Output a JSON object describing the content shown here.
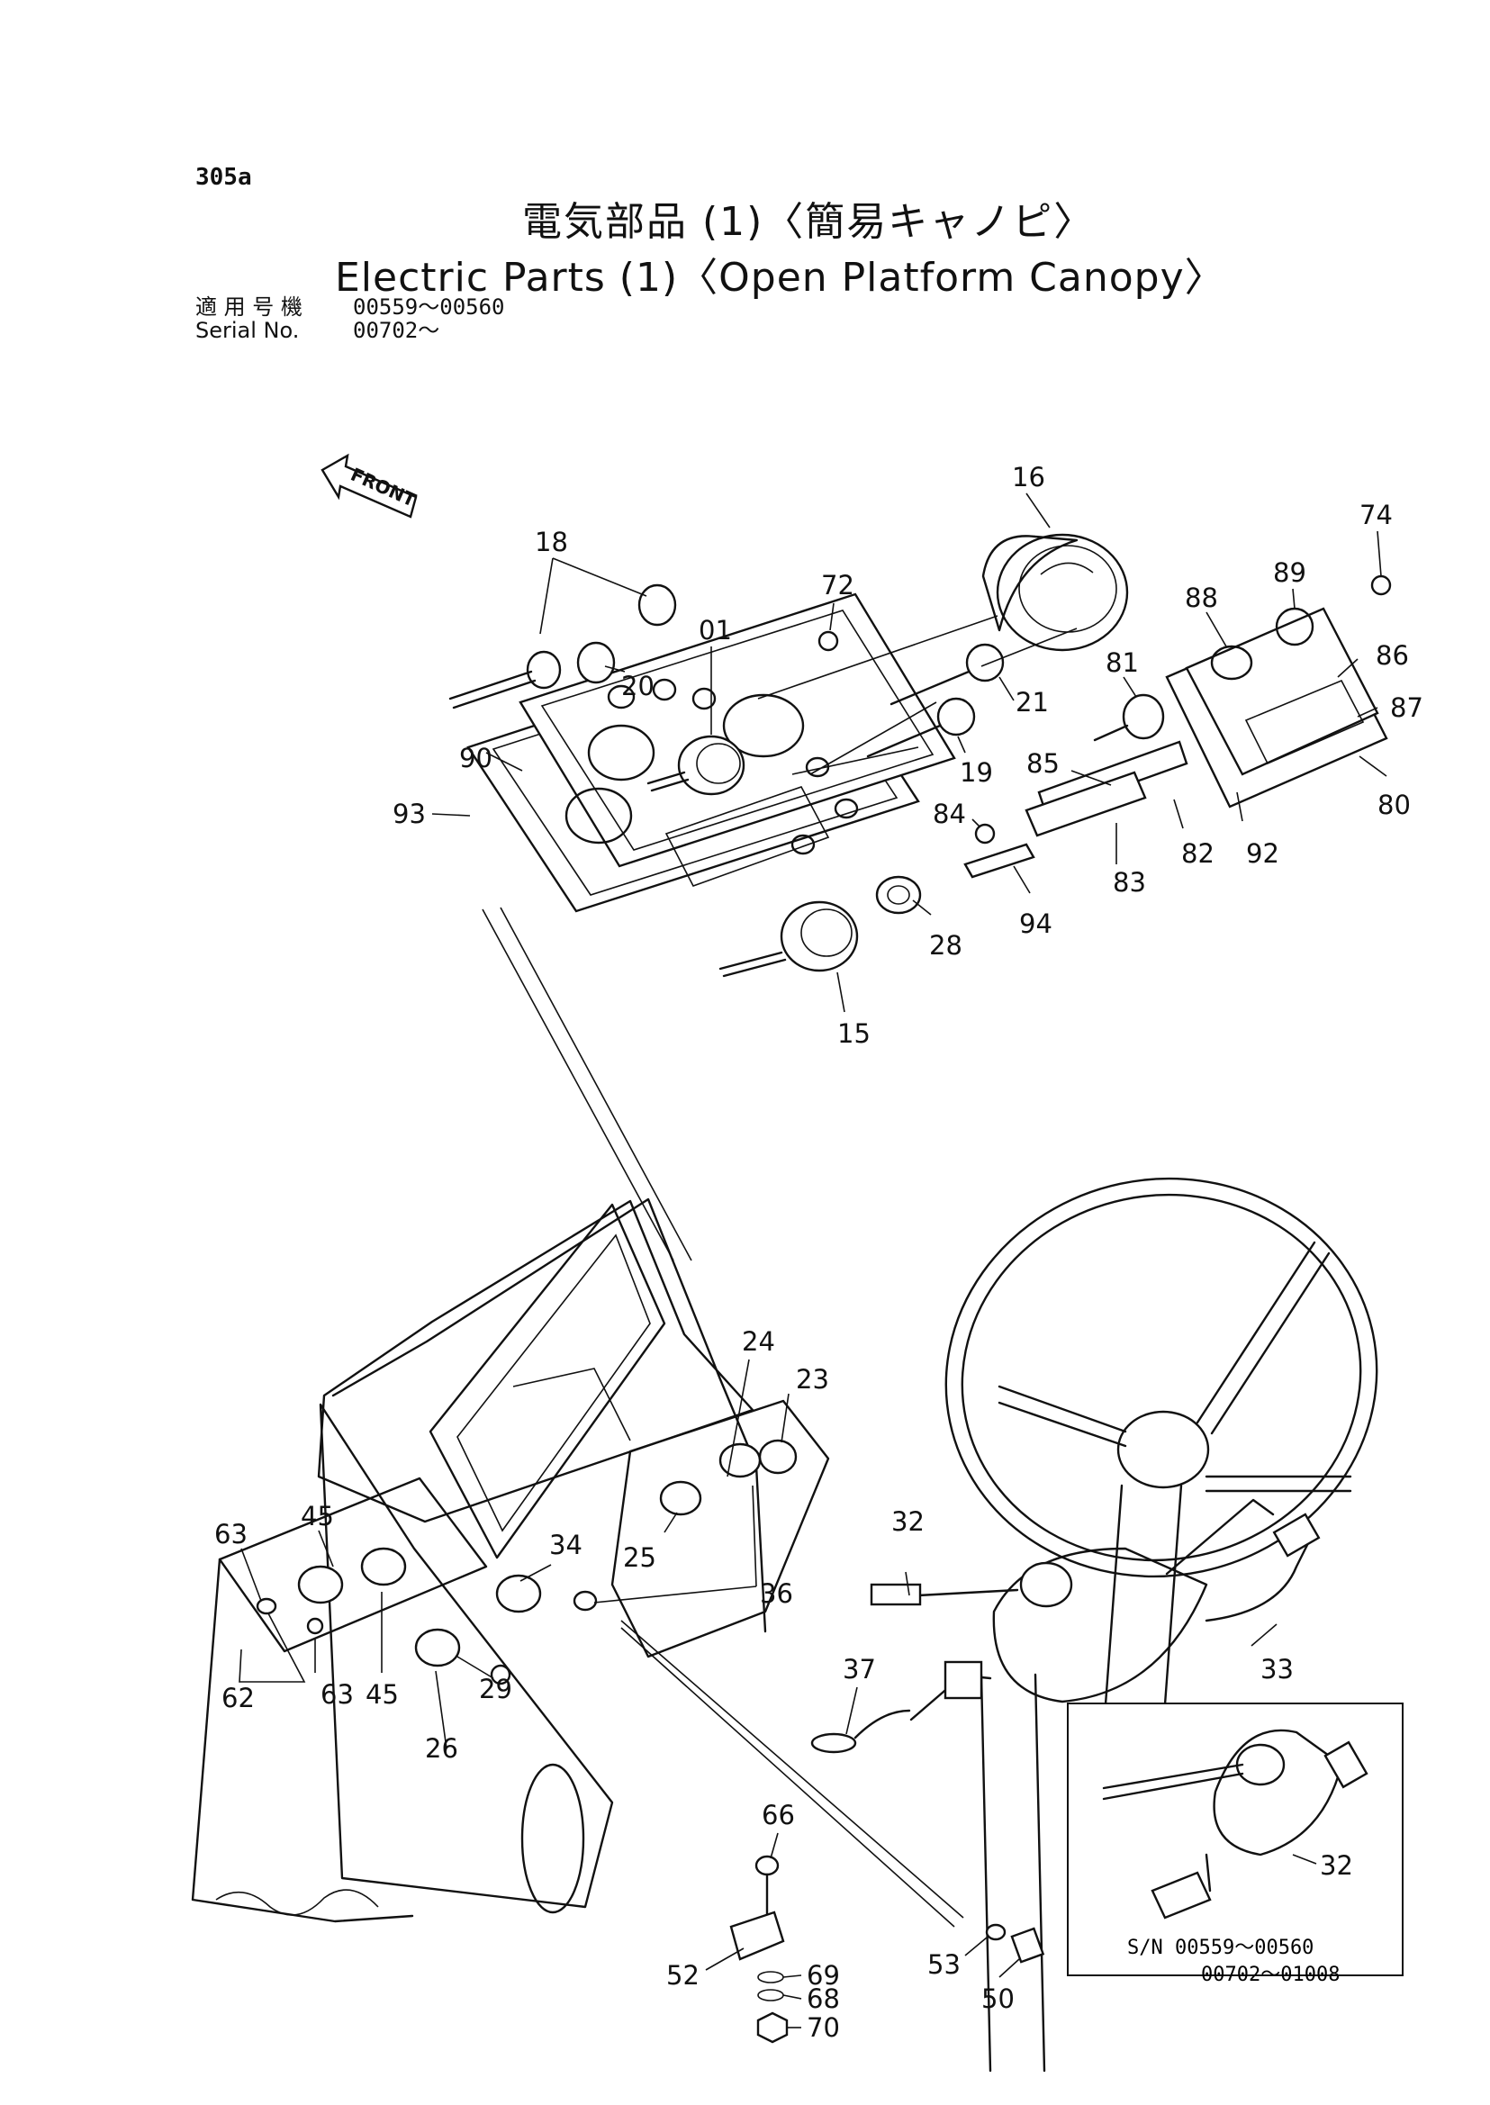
{
  "header": {
    "page_code": "305a",
    "title_jp": "電気部品 (1)〈簡易キャノピ〉",
    "title_en": "Electric Parts (1)〈Open Platform Canopy〉",
    "serial_label_jp": "適 用 号 機",
    "serial_label_en": "Serial No.",
    "serial_range_1": "00559～00560",
    "serial_range_2": "00702～"
  },
  "front_arrow_text": "FRONT",
  "callouts": [
    {
      "id": "c16",
      "text": "16"
    },
    {
      "id": "c74",
      "text": "74"
    },
    {
      "id": "c18",
      "text": "18"
    },
    {
      "id": "c72",
      "text": "72"
    },
    {
      "id": "c01",
      "text": "01"
    },
    {
      "id": "c89",
      "text": "89"
    },
    {
      "id": "c88",
      "text": "88"
    },
    {
      "id": "c86",
      "text": "86"
    },
    {
      "id": "c81",
      "text": "81"
    },
    {
      "id": "c20",
      "text": "20"
    },
    {
      "id": "c21",
      "text": "21"
    },
    {
      "id": "c87",
      "text": "87"
    },
    {
      "id": "c90",
      "text": "90"
    },
    {
      "id": "c19",
      "text": "19"
    },
    {
      "id": "c85",
      "text": "85"
    },
    {
      "id": "c80",
      "text": "80"
    },
    {
      "id": "c93",
      "text": "93"
    },
    {
      "id": "c84",
      "text": "84"
    },
    {
      "id": "c82",
      "text": "82"
    },
    {
      "id": "c92",
      "text": "92"
    },
    {
      "id": "c83",
      "text": "83"
    },
    {
      "id": "c94",
      "text": "94"
    },
    {
      "id": "c28",
      "text": "28"
    },
    {
      "id": "c15",
      "text": "15"
    },
    {
      "id": "c24",
      "text": "24"
    },
    {
      "id": "c23",
      "text": "23"
    },
    {
      "id": "c45a",
      "text": "45"
    },
    {
      "id": "c63a",
      "text": "63"
    },
    {
      "id": "c34",
      "text": "34"
    },
    {
      "id": "c25",
      "text": "25"
    },
    {
      "id": "c32a",
      "text": "32"
    },
    {
      "id": "c36",
      "text": "36"
    },
    {
      "id": "c62",
      "text": "62"
    },
    {
      "id": "c63b",
      "text": "63"
    },
    {
      "id": "c45b",
      "text": "45"
    },
    {
      "id": "c29",
      "text": "29"
    },
    {
      "id": "c33",
      "text": "33"
    },
    {
      "id": "c37",
      "text": "37"
    },
    {
      "id": "c26",
      "text": "26"
    },
    {
      "id": "c32b",
      "text": "32"
    },
    {
      "id": "c66",
      "text": "66"
    },
    {
      "id": "c53",
      "text": "53"
    },
    {
      "id": "c52",
      "text": "52"
    },
    {
      "id": "c69",
      "text": "69"
    },
    {
      "id": "c68",
      "text": "68"
    },
    {
      "id": "c50",
      "text": "50"
    },
    {
      "id": "c70",
      "text": "70"
    }
  ],
  "inset": {
    "sn_line_1": "S/N  00559～00560",
    "sn_line_2": "00702～01008"
  }
}
